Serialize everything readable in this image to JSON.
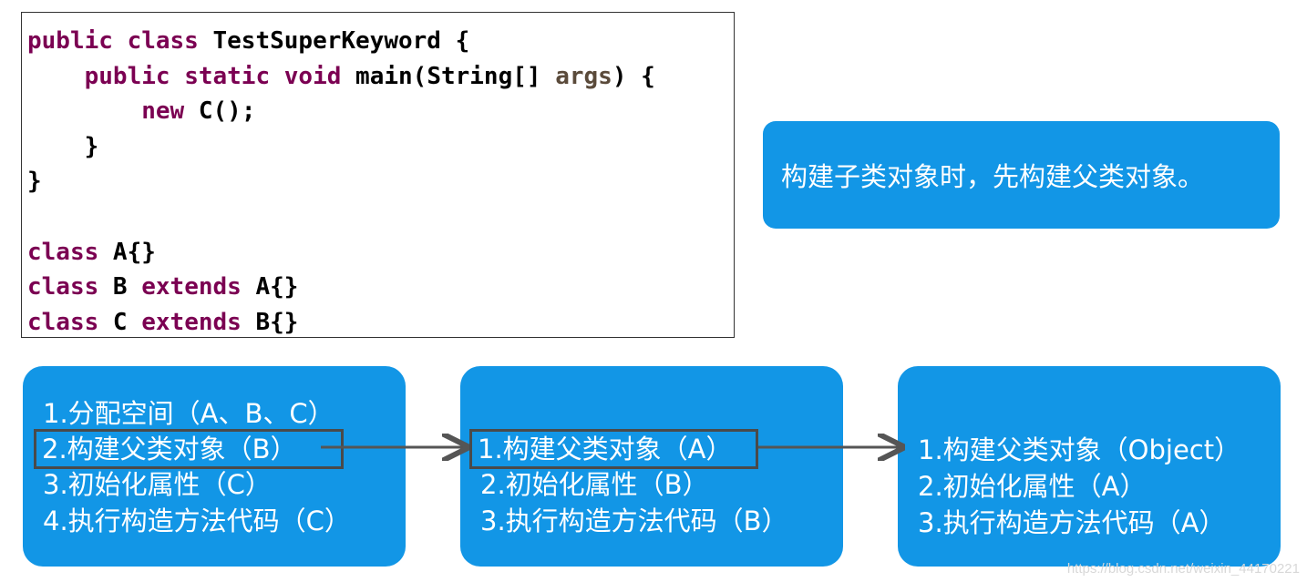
{
  "code": {
    "lines": [
      [
        {
          "t": "public class ",
          "c": "kw"
        },
        {
          "t": "TestSuperKeyword {",
          "c": ""
        }
      ],
      [
        {
          "t": "    ",
          "c": ""
        },
        {
          "t": "public static void ",
          "c": "kw"
        },
        {
          "t": "main(String[] ",
          "c": ""
        },
        {
          "t": "args",
          "c": "param"
        },
        {
          "t": ") {",
          "c": ""
        }
      ],
      [
        {
          "t": "        ",
          "c": ""
        },
        {
          "t": "new ",
          "c": "kw"
        },
        {
          "t": "C();",
          "c": ""
        }
      ],
      [
        {
          "t": "    }",
          "c": ""
        }
      ],
      [
        {
          "t": "}",
          "c": ""
        }
      ],
      [
        {
          "t": "",
          "c": ""
        }
      ],
      [
        {
          "t": "class ",
          "c": "kw"
        },
        {
          "t": "A{}",
          "c": ""
        }
      ],
      [
        {
          "t": "class ",
          "c": "kw"
        },
        {
          "t": "B ",
          "c": ""
        },
        {
          "t": "extends ",
          "c": "kw"
        },
        {
          "t": "A{}",
          "c": ""
        }
      ],
      [
        {
          "t": "class ",
          "c": "kw"
        },
        {
          "t": "C ",
          "c": ""
        },
        {
          "t": "extends ",
          "c": "kw"
        },
        {
          "t": "B{}",
          "c": ""
        }
      ]
    ]
  },
  "note": {
    "text": "构建子类对象时，先构建父类对象。"
  },
  "boxes": [
    {
      "items": [
        "1.分配空间（A、B、C）",
        "2.构建父类对象（B）",
        "3.初始化属性（C）",
        "4.执行构造方法代码（C）"
      ]
    },
    {
      "items": [
        "1.构建父类对象（A）",
        "2.初始化属性（B）",
        "3.执行构造方法代码（B）"
      ]
    },
    {
      "items": [
        "1.构建父类对象（Object）",
        "2.初始化属性（A）",
        "3.执行构造方法代码（A）"
      ]
    }
  ],
  "colors": {
    "box_fill": "#1296e6",
    "keyword": "#7b0052",
    "arrow": "#555555"
  },
  "watermark": "https://blog.csdn.net/weixin_44170221"
}
